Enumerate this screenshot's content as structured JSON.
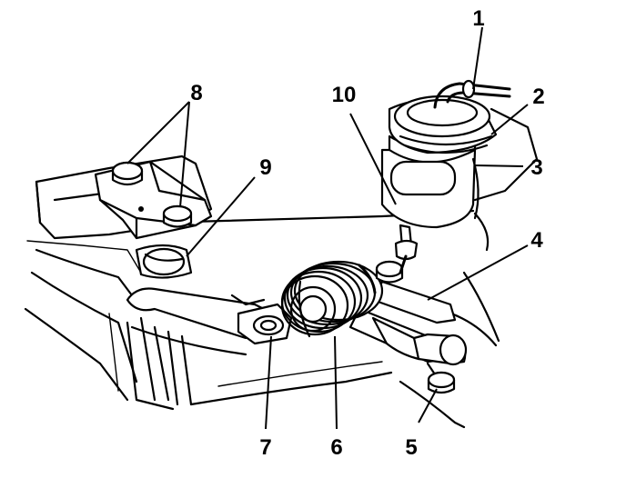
{
  "callouts": [
    {
      "id": "1",
      "label": "1"
    },
    {
      "id": "2",
      "label": "2"
    },
    {
      "id": "3",
      "label": "3"
    },
    {
      "id": "4",
      "label": "4"
    },
    {
      "id": "5",
      "label": "5"
    },
    {
      "id": "6",
      "label": "6"
    },
    {
      "id": "7",
      "label": "7"
    },
    {
      "id": "8",
      "label": "8"
    },
    {
      "id": "9",
      "label": "9"
    },
    {
      "id": "10",
      "label": "10"
    }
  ],
  "colors": {
    "ink": "#000000",
    "background": "#ffffff"
  }
}
